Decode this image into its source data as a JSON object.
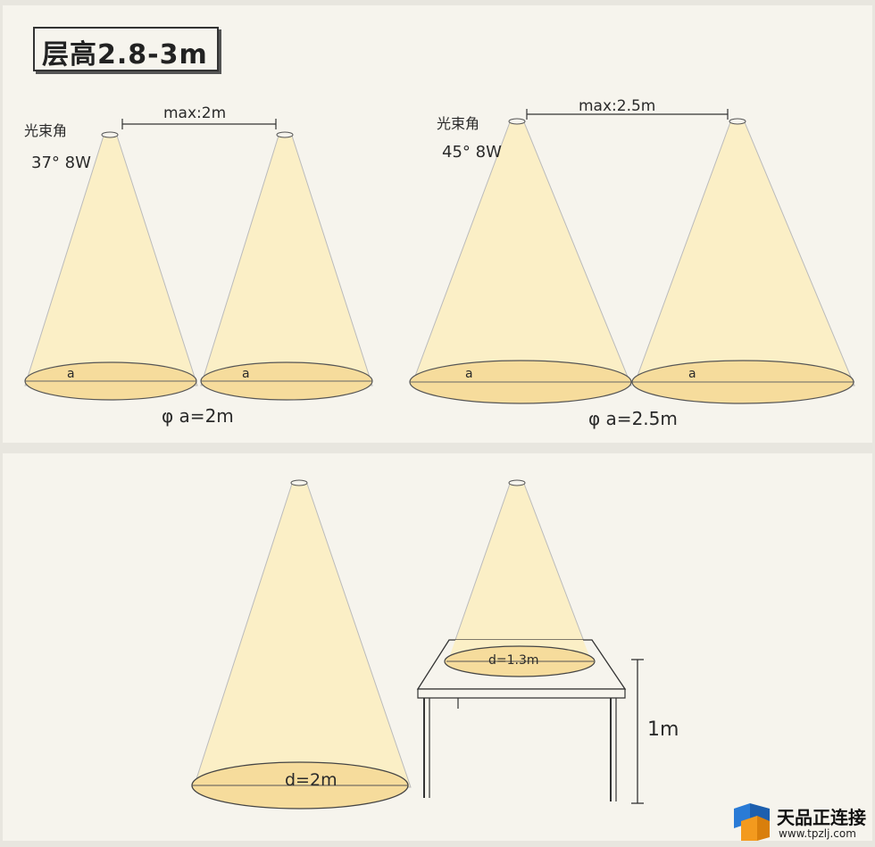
{
  "title": "层高2.8-3m",
  "top_left": {
    "beam_label": "光束角",
    "spec": "37° 8W",
    "max_label": "max:2m",
    "a_left": "a",
    "a_right": "a",
    "diameter": "φ a=2m"
  },
  "top_right": {
    "beam_label": "光束角",
    "spec": "45° 8W",
    "max_label": "max:2.5m",
    "a_left": "a",
    "a_right": "a",
    "diameter": "φ a=2.5m"
  },
  "bottom_left": {
    "d_label": "d=2m"
  },
  "bottom_right": {
    "d_label": "d=1.3m",
    "height_label": "1m"
  },
  "watermark": {
    "name": "天品正连接",
    "url": "www.tpzlj.com"
  },
  "colors": {
    "beam": "#fbefc6",
    "floor_ellipse": "#f6dc9c",
    "panel": "#f6f4ed",
    "stroke": "#444444",
    "logo_blue": "#2a7bd6",
    "logo_orange": "#f39a1e"
  }
}
